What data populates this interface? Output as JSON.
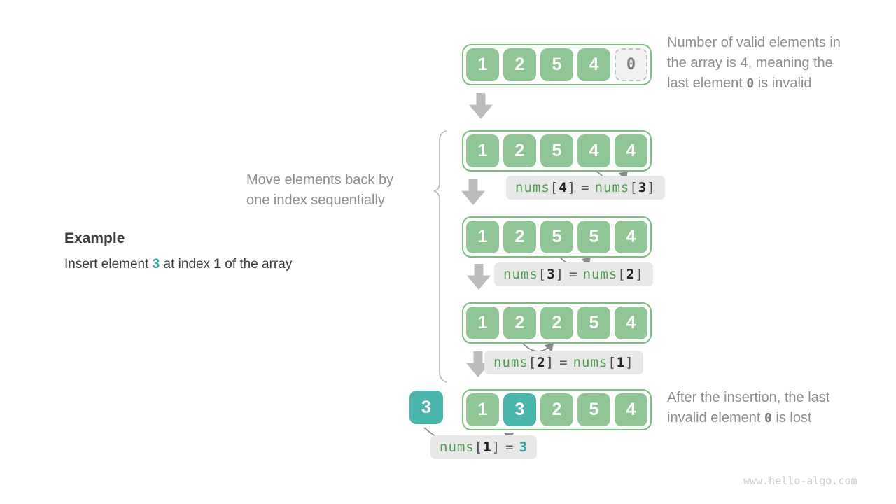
{
  "example": {
    "heading": "Example",
    "body": {
      "t1": "Insert element ",
      "v1": "3",
      "t2": " at index ",
      "v2": "1",
      "t3": " of the array"
    }
  },
  "move_label": {
    "line1": "Move elements back by",
    "line2": "one index sequentially"
  },
  "note_top": {
    "l1": "Number of valid elements in",
    "l2": "the array is 4, meaning the",
    "l3a": "last element ",
    "code": "0",
    "l3b": " is invalid"
  },
  "note_bottom": {
    "l1": "After the insertion, the last",
    "l2a": "invalid element ",
    "code": "0",
    "l2b": " is lost"
  },
  "inserted_value": "3",
  "arrays": [
    {
      "cells": [
        "1",
        "2",
        "5",
        "4",
        "0"
      ]
    },
    {
      "cells": [
        "1",
        "2",
        "5",
        "4",
        "4"
      ]
    },
    {
      "cells": [
        "1",
        "2",
        "5",
        "5",
        "4"
      ]
    },
    {
      "cells": [
        "1",
        "2",
        "2",
        "5",
        "4"
      ]
    },
    {
      "cells": [
        "1",
        "3",
        "2",
        "5",
        "4"
      ]
    }
  ],
  "code_labels": [
    {
      "fn1": "nums",
      "br1": "[",
      "idx1": "4",
      "br2": "]",
      "eq": "=",
      "fn2": "nums",
      "br3": "[",
      "idx2": "3",
      "br4": "]"
    },
    {
      "fn1": "nums",
      "br1": "[",
      "idx1": "3",
      "br2": "]",
      "eq": "=",
      "fn2": "nums",
      "br3": "[",
      "idx2": "2",
      "br4": "]"
    },
    {
      "fn1": "nums",
      "br1": "[",
      "idx1": "2",
      "br2": "]",
      "eq": "=",
      "fn2": "nums",
      "br3": "[",
      "idx2": "1",
      "br4": "]"
    },
    {
      "fn1": "nums",
      "br1": "[",
      "idx1": "1",
      "br2": "]",
      "eq": "=",
      "val": "3"
    }
  ],
  "watermark": "www.hello-algo.com",
  "colors": {
    "cell_green": "#90c695",
    "cell_teal": "#4ab5ac",
    "container_border": "#7cbd80",
    "invalid_bg": "#f1f1f1",
    "label_bg": "#e8e8e8",
    "code_green": "#4e9d50",
    "note_grey": "#8e8e8e",
    "arrow_grey": "#bcbcbc"
  }
}
